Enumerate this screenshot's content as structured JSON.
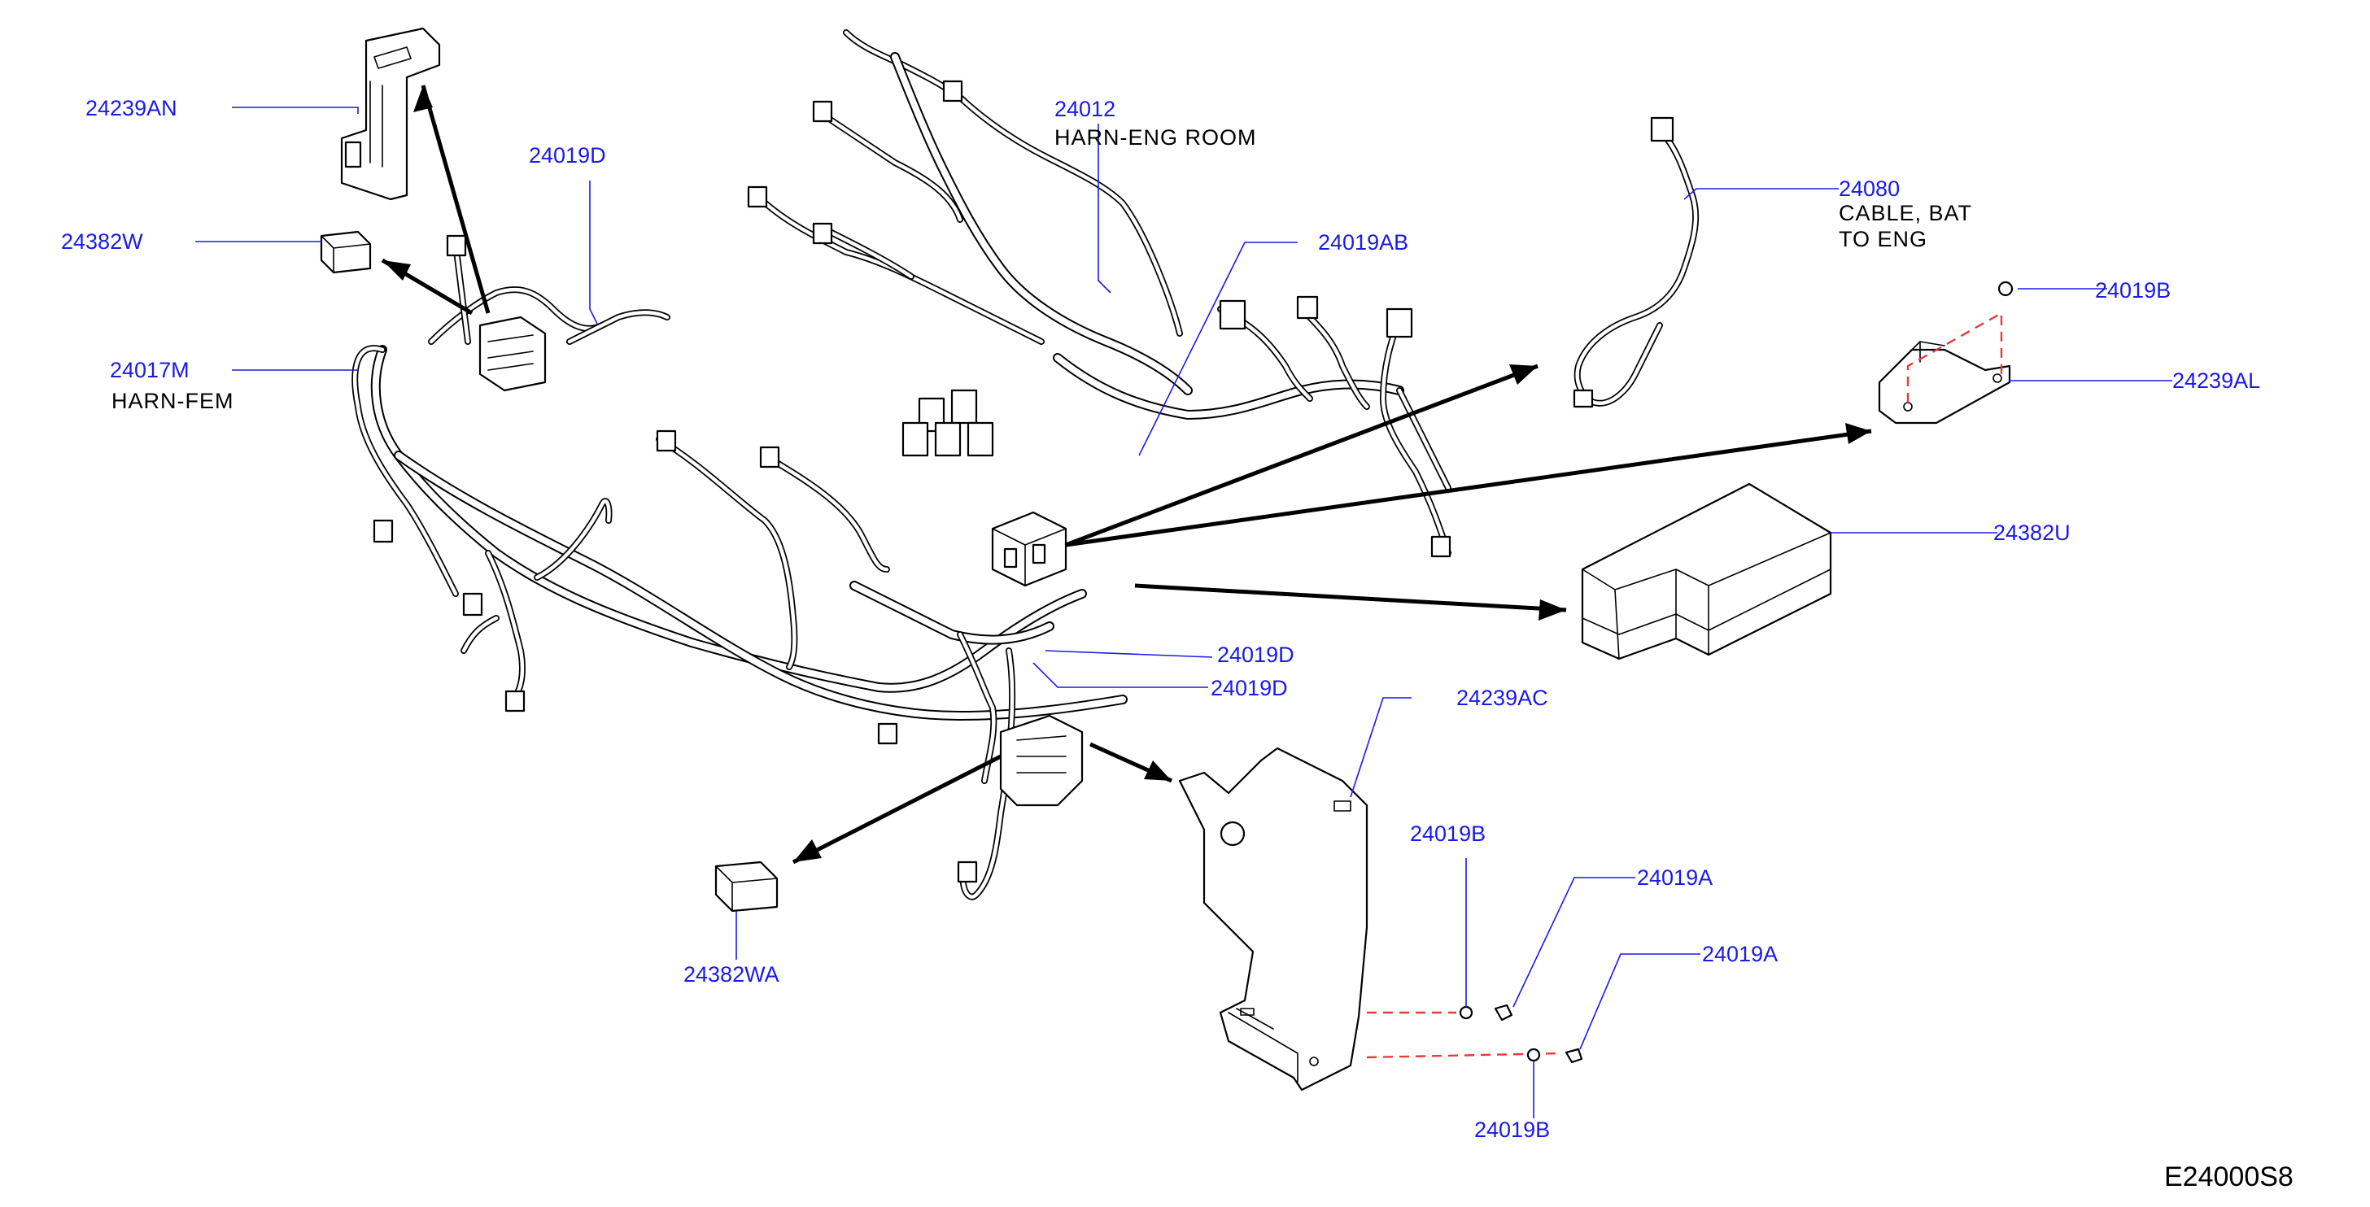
{
  "diagram": {
    "reference_code": "E24000S8",
    "callouts": [
      {
        "id": "24239AN",
        "part_no": "24239AN"
      },
      {
        "id": "24019D_top",
        "part_no": "24019D"
      },
      {
        "id": "24382W",
        "part_no": "24382W"
      },
      {
        "id": "24017M",
        "part_no": "24017M",
        "description": "HARN-FEM"
      },
      {
        "id": "24012",
        "part_no": "24012",
        "description": "HARN-ENG   ROOM"
      },
      {
        "id": "24019AB",
        "part_no": "24019AB"
      },
      {
        "id": "24080",
        "part_no": "24080",
        "description_line1": "CABLE,   BAT",
        "description_line2": "TO   ENG"
      },
      {
        "id": "24019B_top",
        "part_no": "24019B"
      },
      {
        "id": "24239AL",
        "part_no": "24239AL"
      },
      {
        "id": "24382U",
        "part_no": "24382U"
      },
      {
        "id": "24019D_mid1",
        "part_no": "24019D"
      },
      {
        "id": "24019D_mid2",
        "part_no": "24019D"
      },
      {
        "id": "24239AC",
        "part_no": "24239AC"
      },
      {
        "id": "24019B_mid",
        "part_no": "24019B"
      },
      {
        "id": "24019A_1",
        "part_no": "24019A"
      },
      {
        "id": "24019A_2",
        "part_no": "24019A"
      },
      {
        "id": "24019B_bottom",
        "part_no": "24019B"
      },
      {
        "id": "24382WA",
        "part_no": "24382WA"
      }
    ],
    "colors": {
      "part_number": "#1a1ae6",
      "leader_line": "#1a1ae6",
      "fastener_dash": "#e53b3b",
      "line_art": "#000000"
    }
  }
}
